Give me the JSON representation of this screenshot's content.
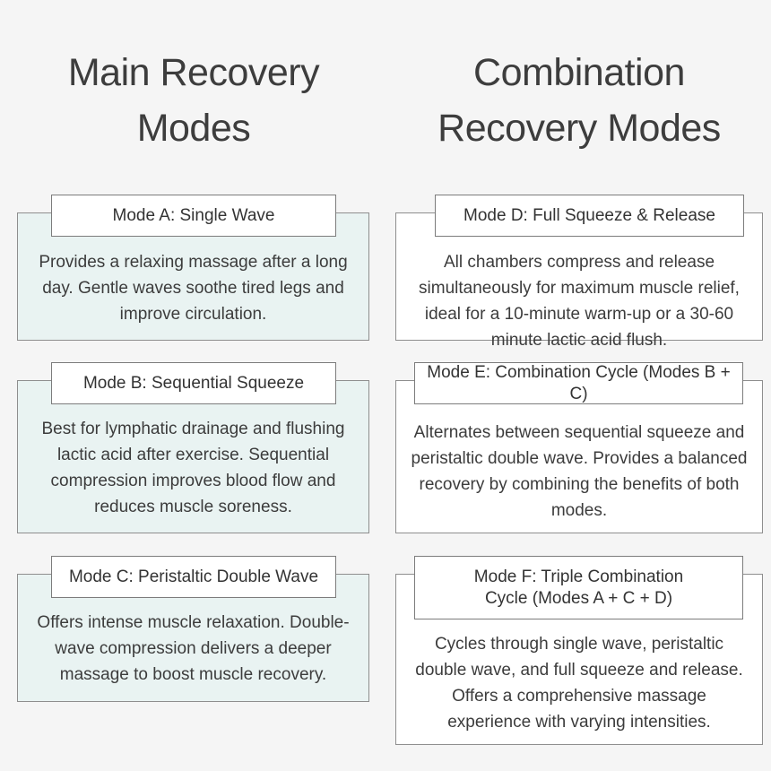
{
  "main_column": {
    "title_line1": "Main Recovery",
    "title_line2": "Modes",
    "cards": [
      {
        "title": "Mode A: Single Wave",
        "description": "Provides a relaxing massage after a long day. Gentle waves soothe tired legs and improve circulation."
      },
      {
        "title": "Mode B: Sequential Squeeze",
        "description": "Best for lymphatic drainage and flushing lactic acid after exercise. Sequential compression improves blood flow and reduces muscle soreness."
      },
      {
        "title": "Mode C: Peristaltic Double Wave",
        "description": "Offers intense muscle relaxation. Double-wave compression delivers a deeper massage to boost muscle recovery."
      }
    ]
  },
  "combination_column": {
    "title_line1": "Combination",
    "title_line2": "Recovery Modes",
    "cards": [
      {
        "title": "Mode D: Full Squeeze & Release",
        "description": "All chambers compress and release simultaneously for maximum muscle relief, ideal for a 10-minute warm-up or a 30-60 minute lactic acid flush."
      },
      {
        "title": "Mode E: Combination Cycle (Modes B + C)",
        "description": "Alternates between sequential squeeze and peristaltic double wave. Provides a balanced recovery by combining the benefits of both modes."
      },
      {
        "title": "Mode F: Triple Combination Cycle (Modes A + C + D)",
        "description": "Cycles through single wave, peristaltic double wave, and full squeeze and release. Offers a comprehensive massage experience with varying intensities."
      }
    ]
  },
  "colors": {
    "background": "#f5f5f5",
    "main_card_fill": "#e9f3f2",
    "combo_card_fill": "#ffffff",
    "border": "#8e8e8e"
  }
}
